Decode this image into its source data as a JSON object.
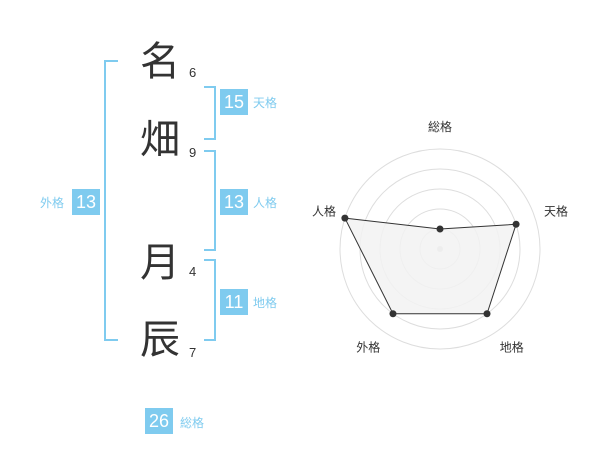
{
  "name": {
    "characters": [
      {
        "char": "名",
        "strokes": "6"
      },
      {
        "char": "畑",
        "strokes": "9"
      },
      {
        "char": "月",
        "strokes": "4"
      },
      {
        "char": "辰",
        "strokes": "7"
      }
    ]
  },
  "kakusu": {
    "tenkaku": {
      "value": "15",
      "label": "天格"
    },
    "jinkaku": {
      "value": "13",
      "label": "人格"
    },
    "chikaku": {
      "value": "11",
      "label": "地格"
    },
    "gaikaku": {
      "value": "13",
      "label": "外格"
    },
    "soukaku": {
      "value": "26",
      "label": "総格"
    }
  },
  "chart_data": {
    "type": "radar",
    "axes": [
      "総格",
      "天格",
      "地格",
      "外格",
      "人格"
    ],
    "values": [
      1,
      4,
      4,
      4,
      5
    ],
    "max": 5,
    "grid_rings": 5,
    "colors": {
      "fill": "#f2f2f2",
      "stroke": "#333333",
      "grid": "#dddddd",
      "point": "#333333"
    }
  }
}
